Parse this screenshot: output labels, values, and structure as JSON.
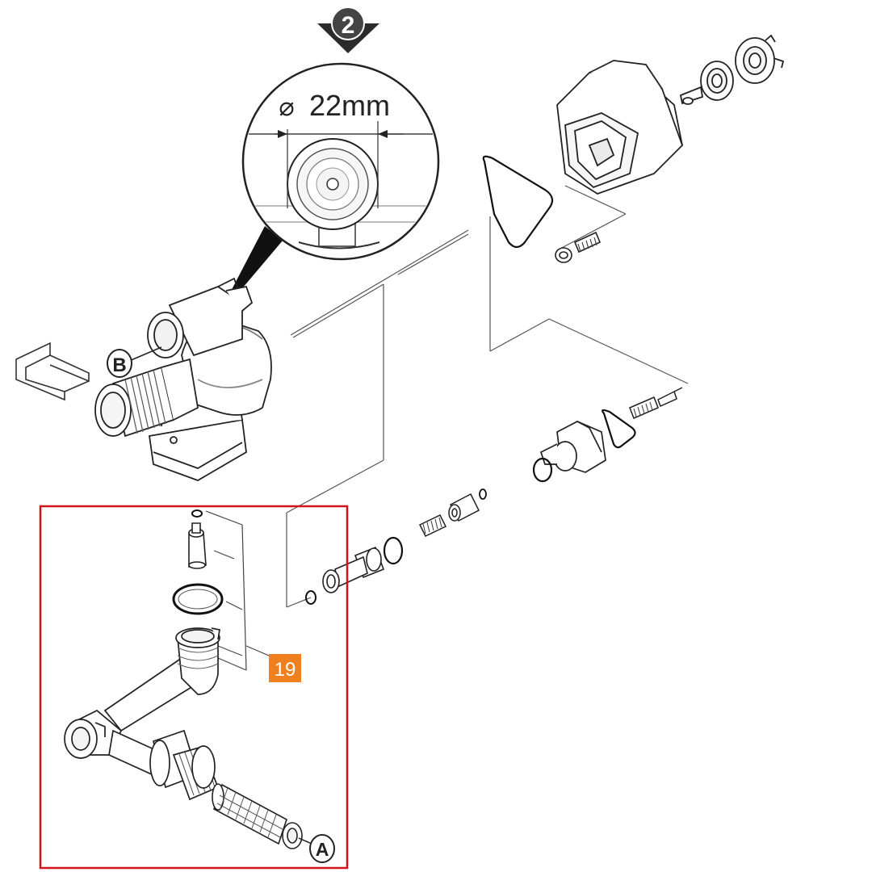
{
  "step": {
    "number": "2"
  },
  "detail": {
    "diameter_symbol": "⌀",
    "diameter_value": "22mm"
  },
  "callouts": {
    "b": "B",
    "a": "A"
  },
  "part": {
    "number": "19",
    "badge_color": "#f07f1d"
  },
  "highlight": {
    "color": "#d0141b"
  },
  "colors": {
    "line": "#1e1e1e",
    "thin": "#555555",
    "fill": "#ffffff",
    "shade": "#ebebeb"
  }
}
